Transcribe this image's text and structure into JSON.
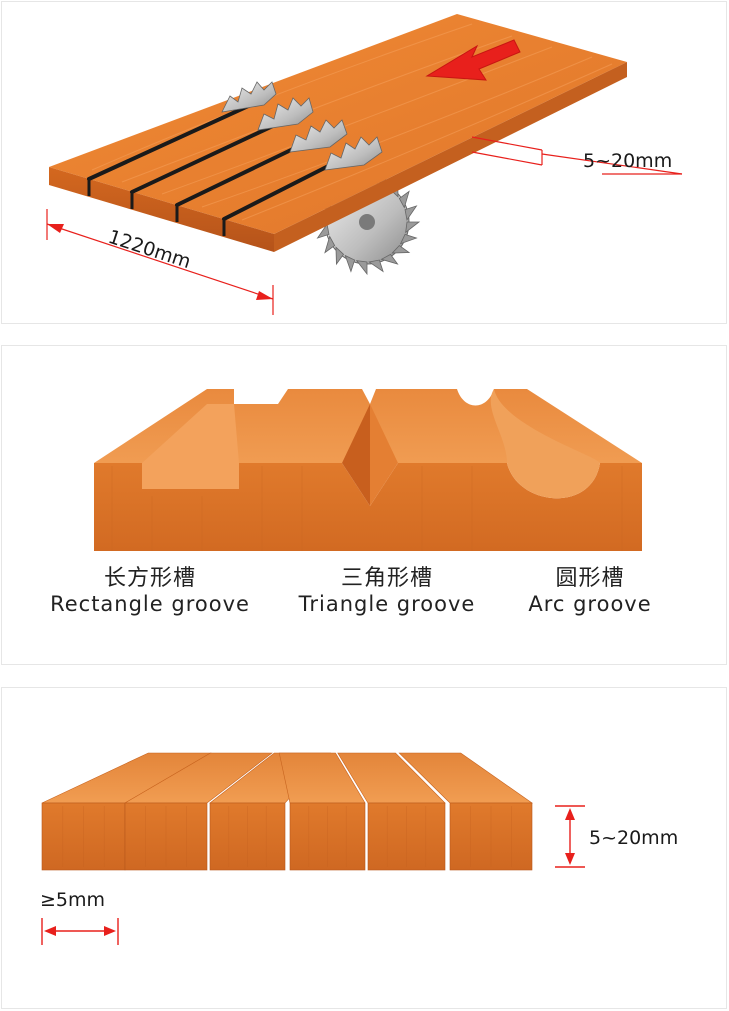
{
  "panel1": {
    "length_label": "1220mm",
    "depth_label": "5~20mm"
  },
  "panel2": {
    "grooves": [
      {
        "cn": "长方形槽",
        "en": "Rectangle groove"
      },
      {
        "cn": "三角形槽",
        "en": "Triangle groove"
      },
      {
        "cn": "圆形槽",
        "en": "Arc groove"
      }
    ]
  },
  "panel3": {
    "height_label": "5~20mm",
    "width_label": "≥5mm"
  },
  "colors": {
    "wood_top": "#e8832e",
    "wood_front": "#d9742a",
    "wood_side": "#b85a1f",
    "arrow_red": "#e8201c",
    "dimension_red": "#e8201c",
    "blade": "#b9b9b9"
  },
  "icons": [
    "saw-blade-icon",
    "direction-arrow-icon"
  ]
}
